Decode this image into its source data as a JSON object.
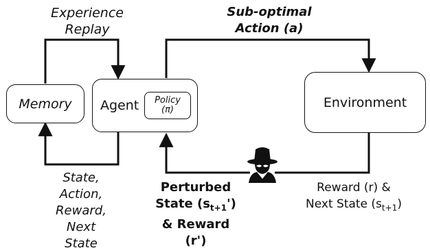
{
  "nodes": {
    "memory": "Memory",
    "agent": "Agent",
    "policy_line1": "Policy",
    "policy_line2": "(π)",
    "environment": "Environment"
  },
  "edges": {
    "experience_replay": [
      "Experience",
      "Replay"
    ],
    "action": [
      "Sub-optimal",
      "Action (a)"
    ],
    "reward_line1": "Reward (r) &",
    "reward_line2_prefix": "Next State (s",
    "reward_line2_sub": "t+1",
    "reward_line2_suffix": ")",
    "perturbed_line1": "Perturbed",
    "perturbed_line2_prefix": "State (s",
    "perturbed_line2_sub": "t+1",
    "perturbed_line2_suffix": "')",
    "perturbed_line3": "& Reward",
    "perturbed_line4": "(r')",
    "transition": [
      "State,",
      "Action,",
      "Reward,",
      "Next",
      "State"
    ]
  },
  "icons": {
    "attacker": "spy-hacker-icon"
  },
  "colors": {
    "stroke": "#111111",
    "fill": "#111111",
    "background": "#ffffff"
  }
}
